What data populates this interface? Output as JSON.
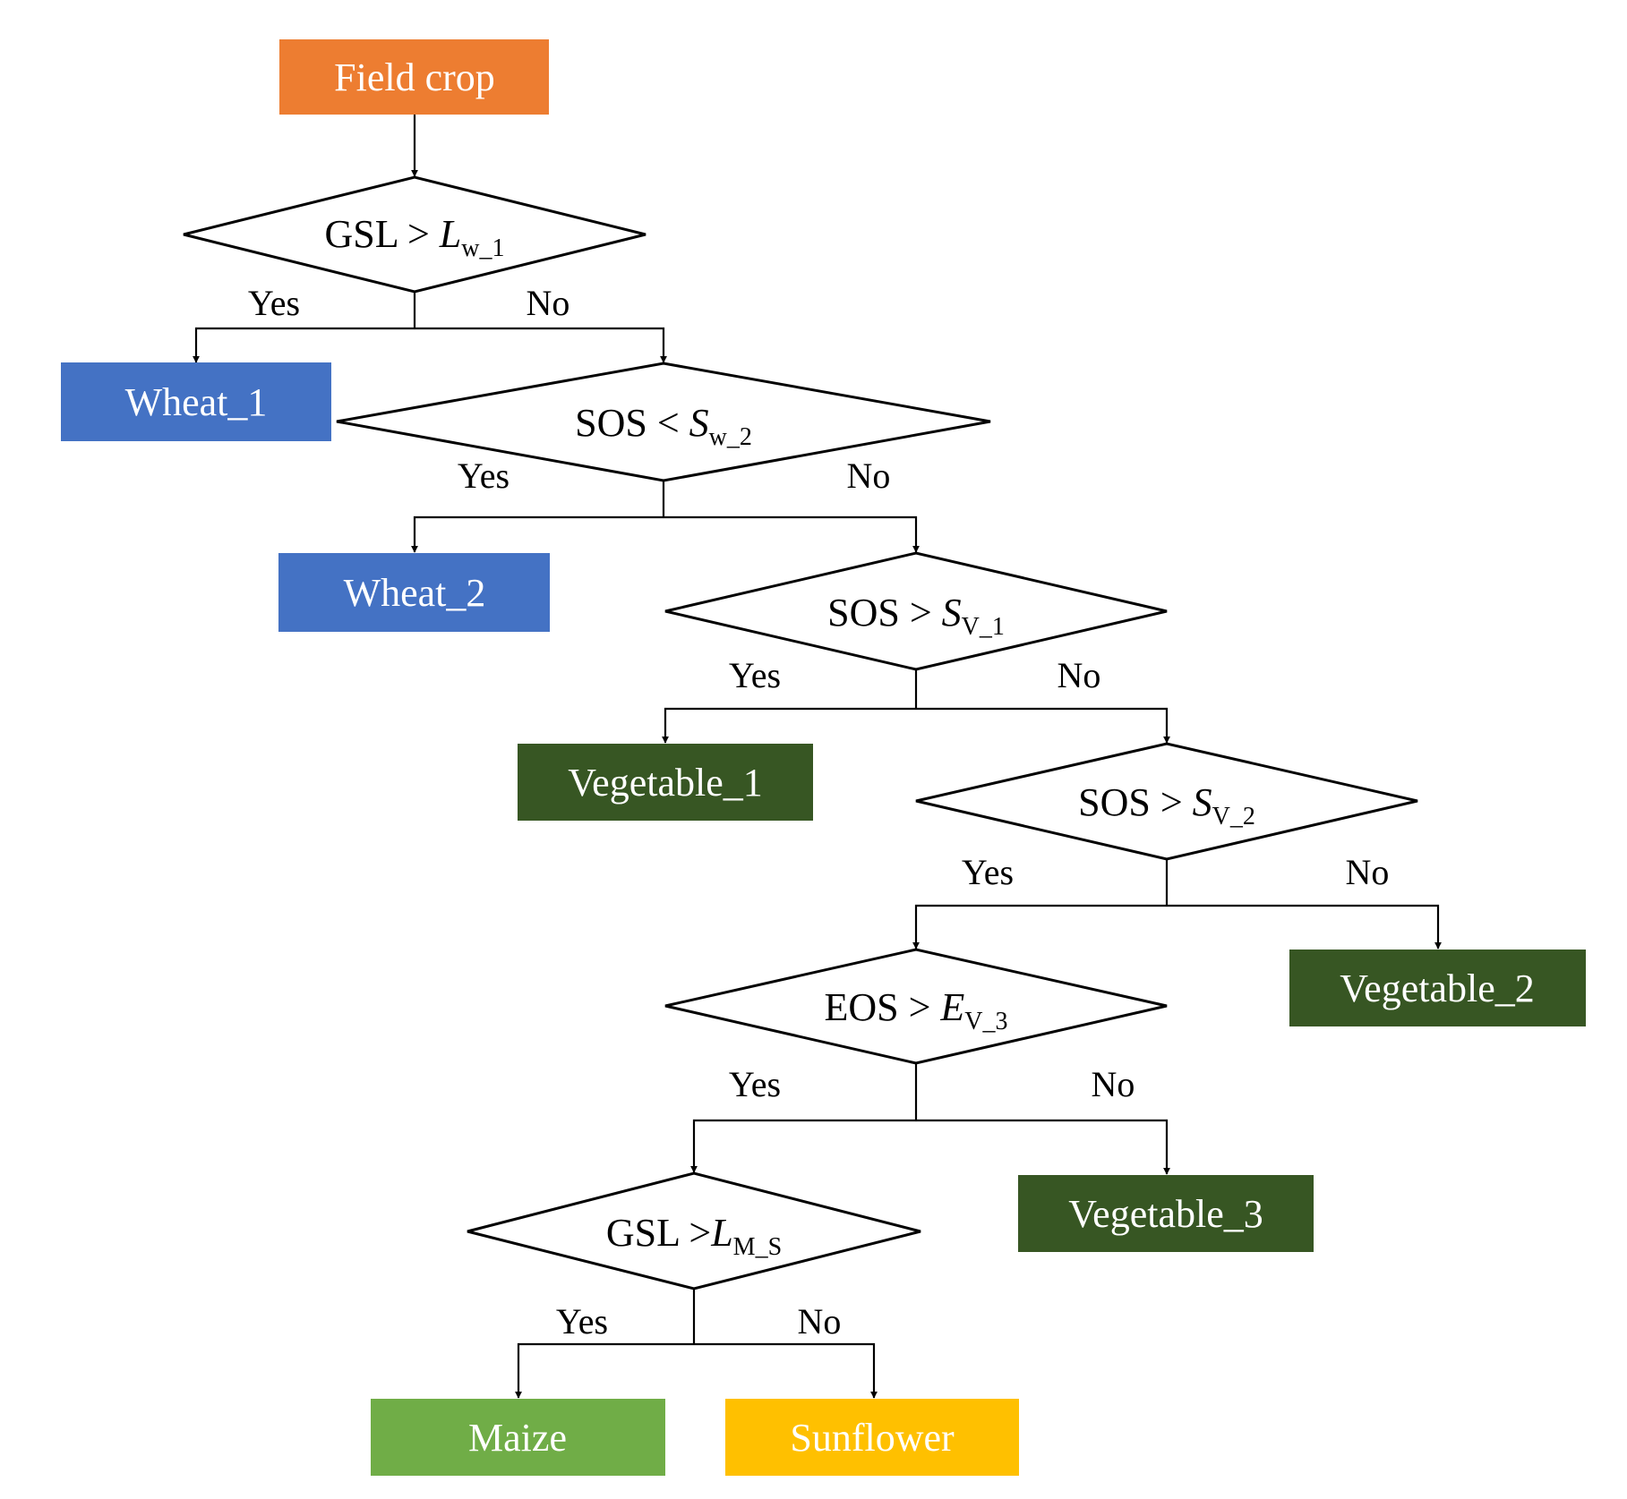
{
  "colors": {
    "field_crop": "#ED7D31",
    "wheat": "#4472C4",
    "vegetable": "#375623",
    "maize": "#70AD47",
    "sunflower": "#FFC000"
  },
  "root": {
    "label": "Field crop"
  },
  "decisions": [
    {
      "id": "d1",
      "lhs": "GSL",
      "op": " > ",
      "var": "L",
      "sub": "w_1"
    },
    {
      "id": "d2",
      "lhs": "SOS",
      "op": " < ",
      "var": "S",
      "sub": "w_2"
    },
    {
      "id": "d3",
      "lhs": "SOS",
      "op": " > ",
      "var": "S",
      "sub": "V_1"
    },
    {
      "id": "d4",
      "lhs": "SOS",
      "op": " > ",
      "var": "S",
      "sub": "V_2"
    },
    {
      "id": "d5",
      "lhs": "EOS",
      "op": " > ",
      "var": "E",
      "sub": "V_3"
    },
    {
      "id": "d6",
      "lhs": "GSL",
      "op": " >",
      "var": "L",
      "sub": "M_S"
    }
  ],
  "branch_labels": {
    "yes": "Yes",
    "no": "No"
  },
  "leaves": {
    "wheat_1": "Wheat_1",
    "wheat_2": "Wheat_2",
    "vegetable_1": "Vegetable_1",
    "vegetable_2": "Vegetable_2",
    "vegetable_3": "Vegetable_3",
    "maize": "Maize",
    "sunflower": "Sunflower"
  }
}
